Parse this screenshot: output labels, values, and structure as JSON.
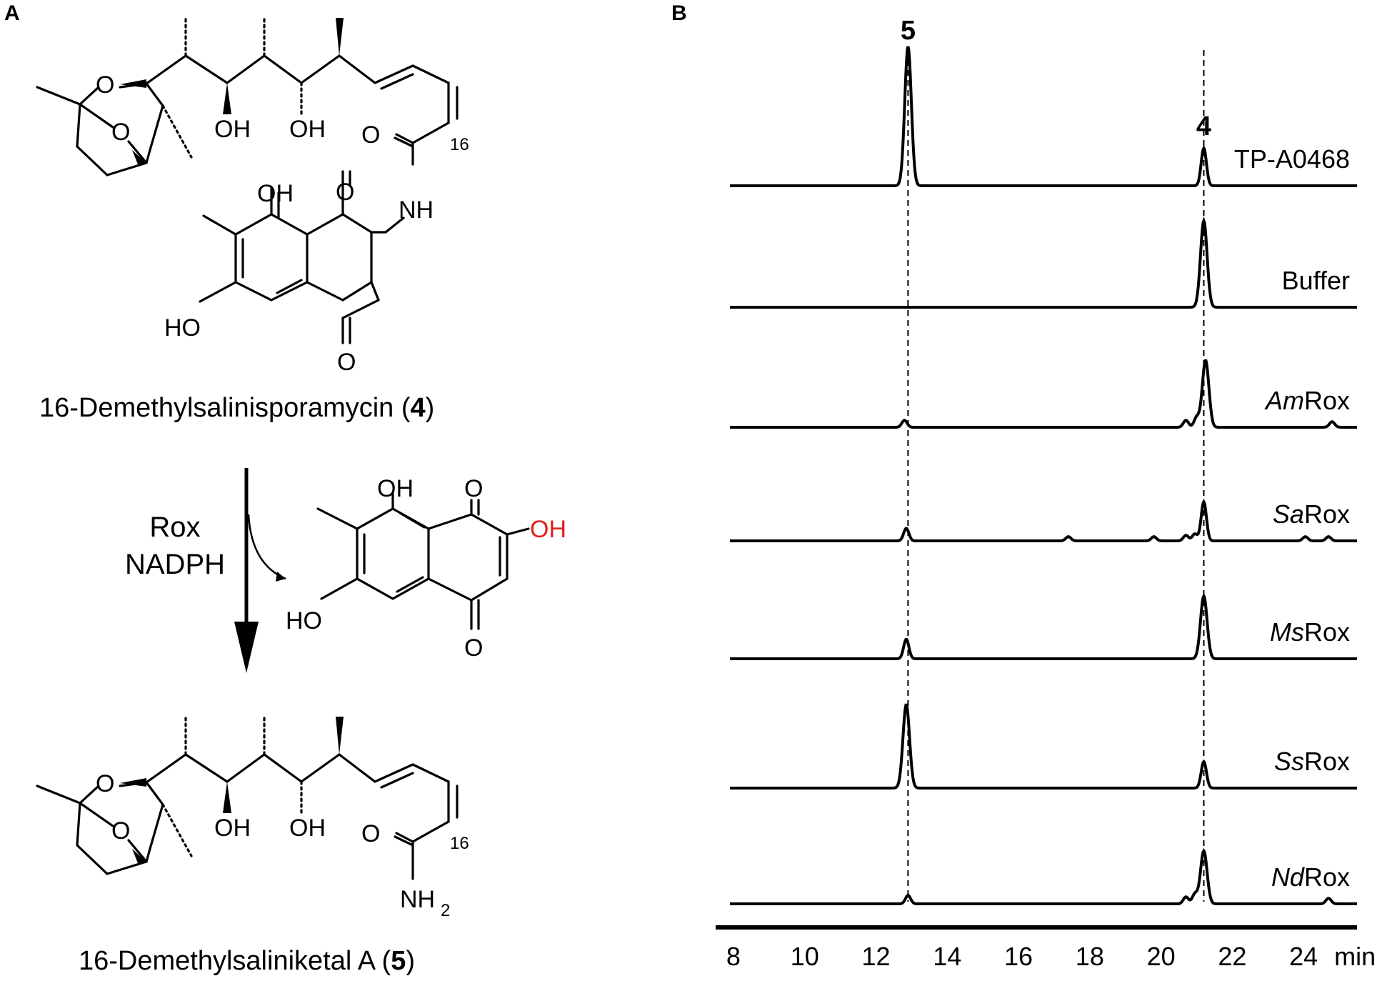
{
  "panels": {
    "a_label": "A",
    "b_label": "B"
  },
  "scheme": {
    "compound4_name": "16-Demethylsalinisporamycin (",
    "compound4_num": "4",
    "compound5_name": "16-Demethylsaliniketal A (",
    "compound5_num": "5",
    "close_paren": ")",
    "reagent_1": "Rox",
    "reagent_2": "NADPH",
    "atoms": {
      "o_ring": "O",
      "oh": "OH",
      "ho": "HO",
      "o": "O",
      "nh": "NH",
      "nh2_n": "NH",
      "nh2_sub": "2",
      "c16": "16"
    },
    "highlight_color": "#e0201b"
  },
  "chart_data": {
    "type": "line",
    "xlabel": "min",
    "x_ticks": [
      8,
      10,
      12,
      14,
      16,
      18,
      20,
      22,
      24
    ],
    "xlim": [
      7.5,
      25.5
    ],
    "peak_labels": [
      {
        "label": "5",
        "x": 12.9
      },
      {
        "label": "4",
        "x": 21.2
      }
    ],
    "series": [
      {
        "name": "TP-A0468",
        "peaks": [
          {
            "x": 12.9,
            "height": 1.0
          },
          {
            "x": 21.2,
            "height": 0.27
          }
        ]
      },
      {
        "name": "Buffer",
        "peaks": [
          {
            "x": 21.2,
            "height": 0.62
          }
        ]
      },
      {
        "name": "AmRox",
        "name_italic": "Am",
        "name_rest": "Rox",
        "peaks": [
          {
            "x": 12.8,
            "height": 0.05
          },
          {
            "x": 20.7,
            "height": 0.05
          },
          {
            "x": 21.0,
            "height": 0.07
          },
          {
            "x": 21.25,
            "height": 0.48
          },
          {
            "x": 24.8,
            "height": 0.04
          }
        ]
      },
      {
        "name": "SaRox",
        "name_italic": "Sa",
        "name_rest": "Rox",
        "peaks": [
          {
            "x": 12.85,
            "height": 0.09
          },
          {
            "x": 17.4,
            "height": 0.03
          },
          {
            "x": 19.8,
            "height": 0.03
          },
          {
            "x": 20.7,
            "height": 0.04
          },
          {
            "x": 20.95,
            "height": 0.05
          },
          {
            "x": 21.2,
            "height": 0.28
          },
          {
            "x": 24.05,
            "height": 0.03
          },
          {
            "x": 24.7,
            "height": 0.03
          }
        ]
      },
      {
        "name": "MsRox",
        "name_italic": "Ms",
        "name_rest": "Rox",
        "peaks": [
          {
            "x": 12.85,
            "height": 0.14
          },
          {
            "x": 21.2,
            "height": 0.45
          }
        ]
      },
      {
        "name": "SsRox",
        "name_italic": "Ss",
        "name_rest": "Rox",
        "peaks": [
          {
            "x": 12.85,
            "height": 0.6
          },
          {
            "x": 21.2,
            "height": 0.19
          }
        ]
      },
      {
        "name": "NdRox",
        "name_italic": "Nd",
        "name_rest": "Rox",
        "peaks": [
          {
            "x": 12.9,
            "height": 0.06
          },
          {
            "x": 20.7,
            "height": 0.05
          },
          {
            "x": 20.95,
            "height": 0.07
          },
          {
            "x": 21.2,
            "height": 0.38
          },
          {
            "x": 24.7,
            "height": 0.04
          }
        ]
      }
    ],
    "dashed_reference_lines": [
      12.9,
      21.2
    ]
  }
}
